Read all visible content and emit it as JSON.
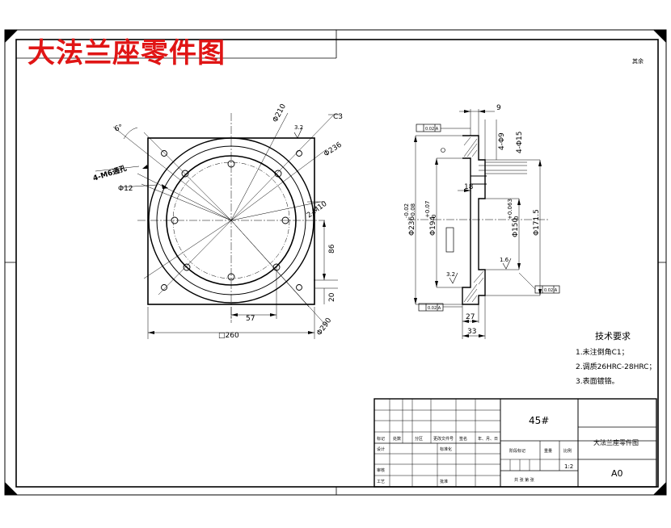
{
  "title": "大法兰座零件图",
  "corner_mark": "其余",
  "front_view": {
    "angle_label": "6°",
    "tapped_hole_label": "4-M6通孔",
    "dia_12": "Φ12",
    "dia_210": "Φ210",
    "chamfer": "C3",
    "rough_32": "3.2",
    "dia_236": "Φ236",
    "m10": "2-M10",
    "dim_86": "86",
    "dim_20": "20",
    "dim_57": "57",
    "dim_260": "□260",
    "dia_290": "Φ290"
  },
  "side_view": {
    "dim_9": "9",
    "holes_9": "4-Φ9",
    "holes_15": "4-Φ15",
    "dim_18": "18",
    "dia_236_tol": "Φ236",
    "dia_236_up": "-0.02",
    "dia_236_lo": "-0.08",
    "dia_194": "Φ194",
    "dia_194_up": "+0.07",
    "dia_194_lo": "0",
    "dia_150": "Φ150",
    "dia_150_up": "+0.063",
    "dia_150_lo": "0",
    "dia_1715": "Φ171.5",
    "rough_16": "1.6",
    "rough_32b": "3.2",
    "dim_27": "27",
    "dim_33": "33",
    "tol_frame_text": "0.02 A"
  },
  "tech_req": {
    "heading": "技术要求",
    "items": [
      "1.未注倒角C1；",
      "2.调质26HRC-28HRC；",
      "3.表面镀铬。"
    ]
  },
  "title_block": {
    "material": "45#",
    "part_name": "大法兰座零件图",
    "scale": "1:2",
    "sheet_size": "A0",
    "row_labels": [
      "标记",
      "处数",
      "分区",
      "更改文件号",
      "签名",
      "年、月、日"
    ],
    "design": "设计",
    "standard": "标准化",
    "stage": "阶段标记",
    "weight": "重量",
    "scale_label": "比例",
    "review": "审核",
    "process": "工艺",
    "approve": "批准",
    "sheet_info": "共   张   第   张"
  }
}
